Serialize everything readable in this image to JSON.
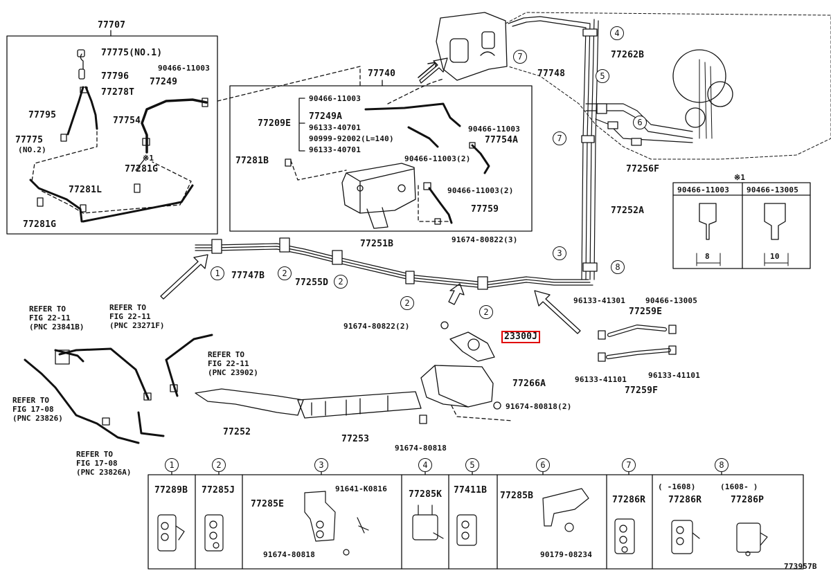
{
  "diagram_code": "773957B",
  "highlighted_part": "23300J",
  "group_77707": {
    "title": "77707",
    "parts": [
      "77775(NO.1)",
      "77796",
      "77278T",
      "77795",
      "77754",
      "77775",
      "(NO.2)",
      "77249",
      "90466-11003",
      "77281G",
      "77281L",
      "77281G",
      "※1"
    ]
  },
  "group_77740": {
    "title": "77740",
    "parts": [
      "90466-11003",
      "77249A",
      "77209E",
      "96133-40701",
      "90466-11003",
      "90999-92002(L=140)",
      "96133-40701",
      "77754A",
      "77281B",
      "90466-11003(2)",
      "90466-11003(2)",
      "77759"
    ]
  },
  "main_parts": {
    "p77748": "77748",
    "p77262B": "77262B",
    "p77256F": "77256F",
    "p77252A": "77252A",
    "p91674_3": "91674-80822(3)",
    "p77251B": "77251B",
    "p77747B": "77747B",
    "p77255D": "77255D",
    "p91674_2": "91674-80822(2)",
    "p23300J": "23300J",
    "p96133_41301": "96133-41301",
    "p90466_13005": "90466-13005",
    "p77259E": "77259E",
    "p96133_41101a": "96133-41101",
    "p96133_41101b": "96133-41101",
    "p77259F": "77259F",
    "p77266A": "77266A",
    "p91674_80818_2": "91674-80818(2)",
    "p91674_80818": "91674-80818",
    "p77252": "77252",
    "p77253": "77253"
  },
  "refer_notes": [
    {
      "l1": "REFER TO",
      "l2": "FIG 22-11",
      "l3": "(PNC 23841B)"
    },
    {
      "l1": "REFER TO",
      "l2": "FIG 22-11",
      "l3": "(PNC 23271F)"
    },
    {
      "l1": "REFER TO",
      "l2": "FIG 22-11",
      "l3": "(PNC 23902)"
    },
    {
      "l1": "REFER TO",
      "l2": "FIG 17-08",
      "l3": "(PNC 23826)"
    },
    {
      "l1": "REFER TO",
      "l2": "FIG 17-08",
      "l3": "(PNC 23826A)"
    }
  ],
  "note_table": {
    "marker": "※1",
    "col1": "90466-11003",
    "col2": "90466-13005",
    "dim1": "8",
    "dim2": "10"
  },
  "callout_numbers": [
    "1",
    "2",
    "3",
    "4",
    "5",
    "6",
    "7",
    "8"
  ],
  "legend": [
    {
      "num": "1",
      "parts": [
        "77289B"
      ]
    },
    {
      "num": "2",
      "parts": [
        "77285J"
      ]
    },
    {
      "num": "3",
      "parts": [
        "77285E",
        "91641-K0816",
        "91674-80818"
      ]
    },
    {
      "num": "4",
      "parts": [
        "77285K"
      ]
    },
    {
      "num": "5",
      "parts": [
        "77411B"
      ]
    },
    {
      "num": "6",
      "parts": [
        "77285B",
        "90179-08234"
      ]
    },
    {
      "num": "7",
      "parts": [
        "77286R"
      ]
    },
    {
      "num": "8",
      "parts": [
        "77286R",
        "77286P"
      ],
      "ranges": [
        "(   -1608)",
        "(1608-   )"
      ]
    }
  ]
}
